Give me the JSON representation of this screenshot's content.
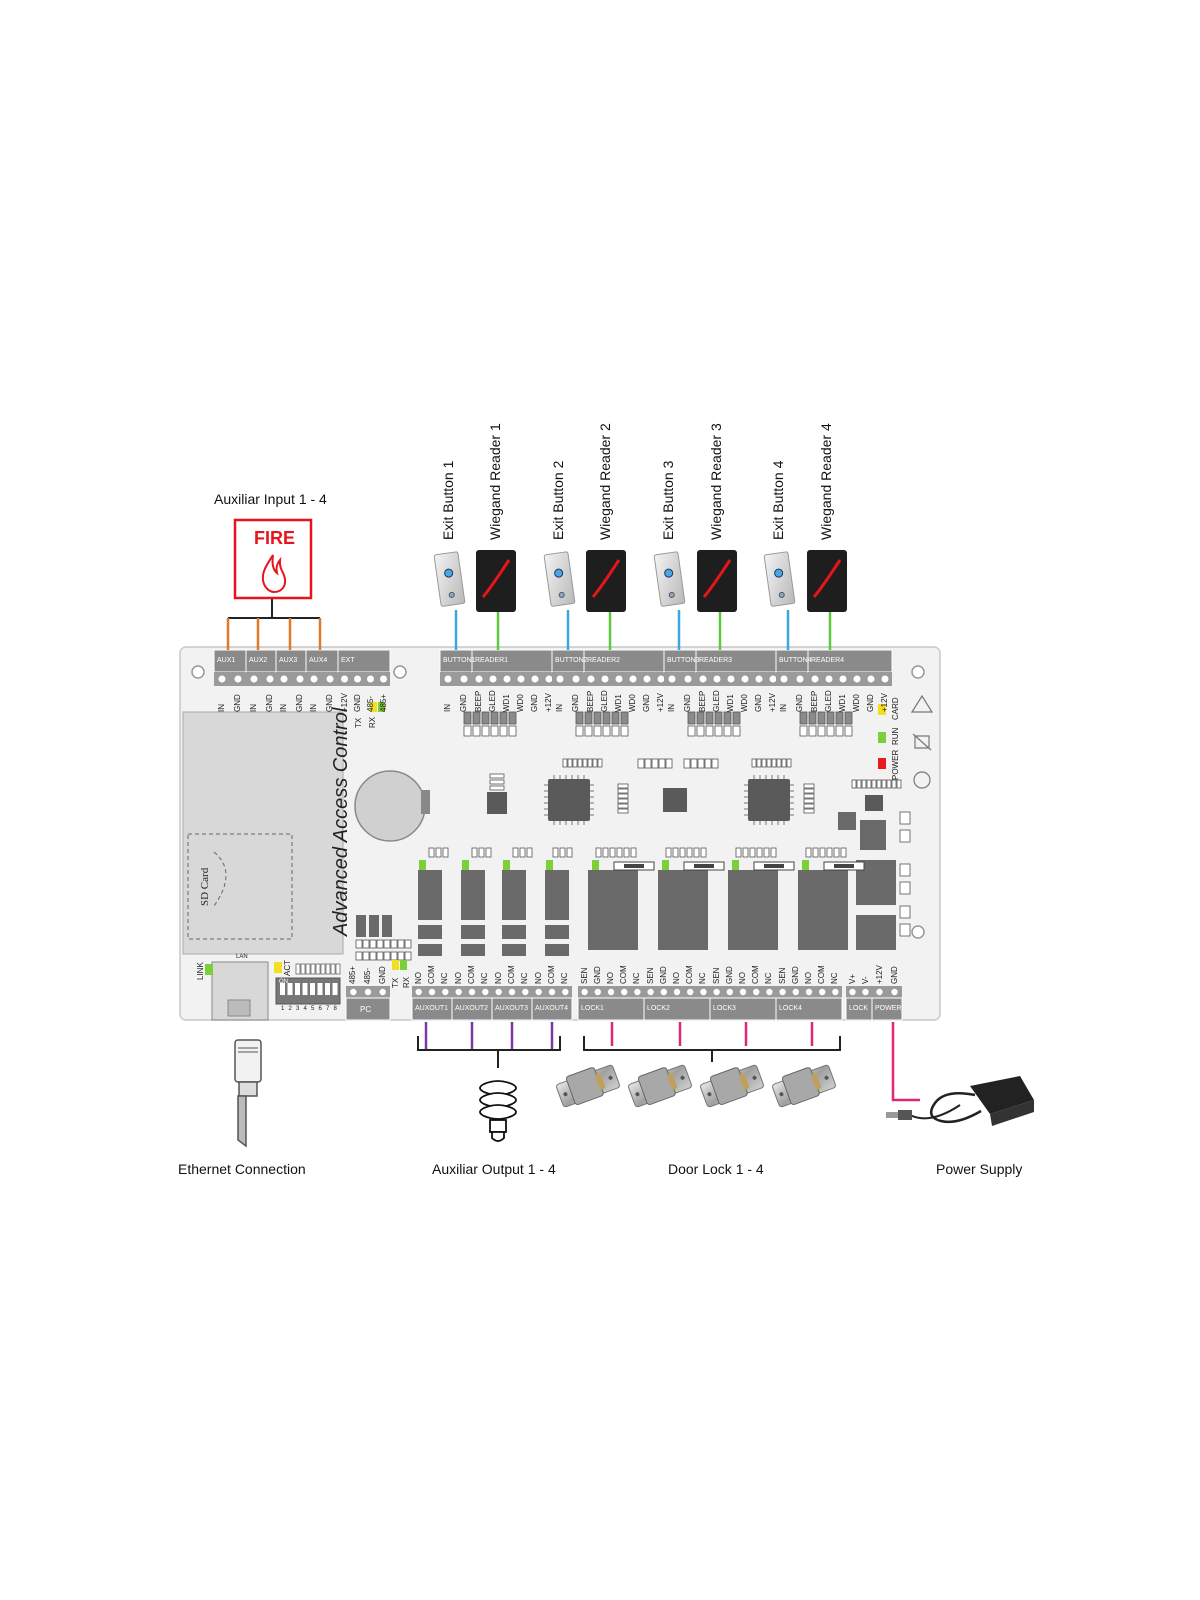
{
  "labels": {
    "aux_input": "Auxiliar Input 1 - 4",
    "ethernet": "Ethernet Connection",
    "aux_output": "Auxiliar Output 1 - 4",
    "door_lock": "Door Lock 1 - 4",
    "power_supply": "Power Supply",
    "fire": "FIRE"
  },
  "top_devices": [
    {
      "kind": "button",
      "label": "Exit Button 1"
    },
    {
      "kind": "reader",
      "label": "Wiegand Reader 1"
    },
    {
      "kind": "button",
      "label": "Exit Button 2"
    },
    {
      "kind": "reader",
      "label": "Wiegand Reader 2"
    },
    {
      "kind": "button",
      "label": "Exit Button 3"
    },
    {
      "kind": "reader",
      "label": "Wiegand Reader 3"
    },
    {
      "kind": "button",
      "label": "Exit Button 4"
    },
    {
      "kind": "reader",
      "label": "Wiegand Reader 4"
    }
  ],
  "board": {
    "brand": "Advanced Access Control",
    "sd_card": "SD Card",
    "top_headers": [
      "AUX1",
      "AUX2",
      "AUX3",
      "AUX4",
      "EXT",
      "BUTTON1",
      "READER1",
      "BUTTON2",
      "READER2",
      "BUTTON3",
      "READER3",
      "BUTTON4",
      "READER4"
    ],
    "aux_pins": [
      "IN",
      "GND"
    ],
    "ext_pins": [
      "+12V",
      "GND",
      "485-",
      "485+"
    ],
    "button_pins": [
      "IN",
      "GND"
    ],
    "reader_pins": [
      "BEEP",
      "GLED",
      "WD1",
      "WD0",
      "GND",
      "+12V"
    ],
    "tx": "TX",
    "rx": "RX",
    "status_leds": [
      "CARD",
      "RUN",
      "POWER"
    ],
    "bottom_headers": [
      "PC",
      "AUXOUT1",
      "AUXOUT2",
      "AUXOUT3",
      "AUXOUT4",
      "LOCK1",
      "LOCK2",
      "LOCK3",
      "LOCK4",
      "LOCK",
      "POWER"
    ],
    "pc_pins": [
      "485+",
      "485-",
      "GND"
    ],
    "auxout_pins": [
      "NO",
      "COM",
      "NC"
    ],
    "lock_pins": [
      "SEN",
      "GND",
      "NO",
      "COM",
      "NC"
    ],
    "lockpower_pins": [
      "V+",
      "V-"
    ],
    "power_pins": [
      "+12V",
      "GND"
    ],
    "lan": "LAN",
    "link": "LINK",
    "act": "ACT",
    "dip_on": "ON",
    "dip_numbers": [
      "1",
      "2",
      "3",
      "4",
      "5",
      "6",
      "7",
      "8"
    ]
  },
  "colors": {
    "wire_aux_input": "#e07a2a",
    "wire_button": "#3aa8e0",
    "wire_reader": "#5cc83c",
    "wire_aux_output": "#7a3aa0",
    "wire_lock": "#e0267a",
    "wire_power": "#e0267a",
    "fire_red": "#e8141c",
    "led_yellow": "#f0e020",
    "led_green": "#7ad03a",
    "led_red": "#e81c1c",
    "header_gray": "#8a8a8a",
    "board_fill": "#f2f2f2"
  }
}
